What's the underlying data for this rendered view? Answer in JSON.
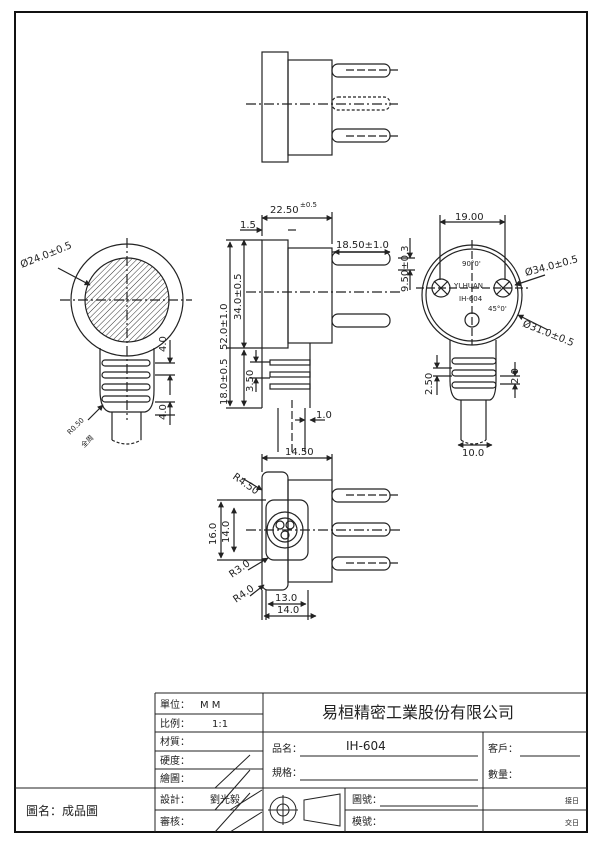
{
  "dimensions": {
    "top_width_tol": "22.50",
    "top_width_tol_sup": "±0.5",
    "d_1_5": "1.5",
    "d_18_50": "18.50±1.0",
    "d_9_50": "9.50±0.3",
    "d_52": "52.0±1.0",
    "d_34": "34.0±0.5",
    "d_18": "18.0±0.5",
    "d_3_50": "3.50",
    "d_1_0": "1.0",
    "d_19": "19.00",
    "d_phi24": "Ø24.0±0.5",
    "d_4a": "4.0",
    "d_4b": "4.0",
    "d_r050": "R0.50",
    "d_r050_note": "全周",
    "d_90": "90°0'",
    "d_45": "45°0'",
    "d_yihuan": "YI HUAN",
    "d_ih604": "IH-604",
    "d_phi34": "Ø34.0±0.5",
    "d_phi31": "Ø31.0±0.5",
    "d_2_50": "2.50",
    "d_2_0": "2.0",
    "d_10": "10.0",
    "d_14_50": "14.50",
    "d_r450": "R4.50",
    "d_16": "16.0",
    "d_14v": "14.0",
    "d_r30": "R3.0",
    "d_r40": "R4.0",
    "d_13": "13.0",
    "d_14h": "14.0"
  },
  "title_block": {
    "unit_label": "單位：",
    "unit_value": "M  M",
    "scale_label": "比例：",
    "scale_value": "1:1",
    "material_label": "材質：",
    "hardness_label": "硬度：",
    "drawn_label": "繪圖：",
    "design_label": "設計：",
    "design_value": "劉光毅",
    "review_label": "審核：",
    "drawing_name_label": "圖名：成品圖",
    "company": "易桓精密工業股份有限公司",
    "product_label": "品名：",
    "product_value": "IH-604",
    "spec_label": "規格：",
    "customer_label": "客戶：",
    "quantity_label": "數量：",
    "drawing_no_label": "圖號：",
    "mold_no_label": "模號：",
    "received_label": "接日",
    "delivered_label": "交日"
  }
}
